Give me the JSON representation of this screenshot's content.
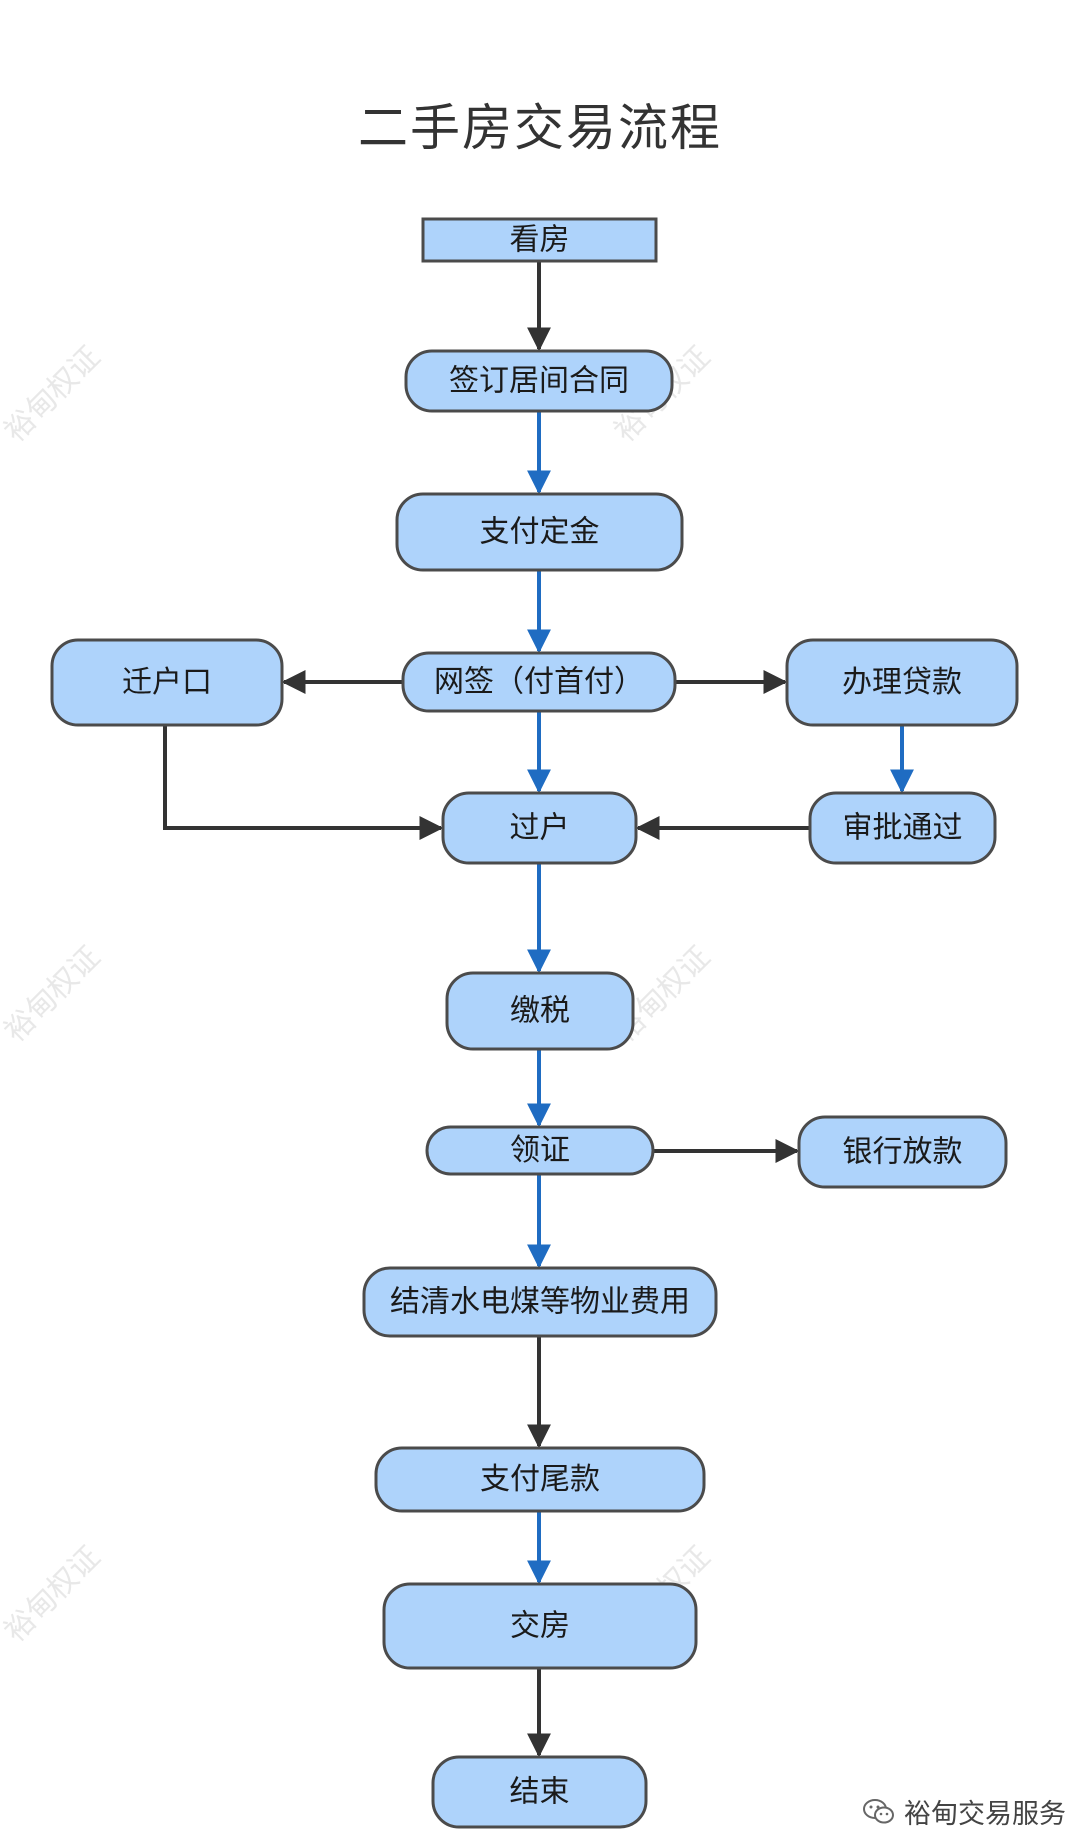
{
  "title": "二手房交易流程",
  "watermark": "裕甸权证",
  "footer": {
    "account": "裕甸交易服务",
    "icon": "wechat-icon"
  },
  "colors": {
    "node_fill": "#aed3fb",
    "node_stroke": "#4b4b4b",
    "main_arrow": "#1f6cc2",
    "side_arrow": "#333333"
  },
  "nodes": [
    {
      "id": "kanfang",
      "label": "看房",
      "shape": "rect"
    },
    {
      "id": "qianding",
      "label": "签订居间合同"
    },
    {
      "id": "dingjin",
      "label": "支付定金"
    },
    {
      "id": "qianhu",
      "label": "迁户口"
    },
    {
      "id": "wangqian",
      "label": "网签（付首付）"
    },
    {
      "id": "daikuan",
      "label": "办理贷款"
    },
    {
      "id": "guohu",
      "label": "过户"
    },
    {
      "id": "shenpi",
      "label": "审批通过"
    },
    {
      "id": "jiaoshui",
      "label": "缴税"
    },
    {
      "id": "lingzheng",
      "label": "领证"
    },
    {
      "id": "fangkuan",
      "label": "银行放款"
    },
    {
      "id": "jieqing",
      "label": "结清水电煤等物业费用"
    },
    {
      "id": "weikuan",
      "label": "支付尾款"
    },
    {
      "id": "jiaofang",
      "label": "交房"
    },
    {
      "id": "jieshu",
      "label": "结束"
    }
  ],
  "edges": [
    {
      "from": "kanfang",
      "to": "qianding",
      "style": "dark"
    },
    {
      "from": "qianding",
      "to": "dingjin",
      "style": "blue"
    },
    {
      "from": "dingjin",
      "to": "wangqian",
      "style": "blue"
    },
    {
      "from": "wangqian",
      "to": "qianhu",
      "style": "dark"
    },
    {
      "from": "wangqian",
      "to": "daikuan",
      "style": "dark"
    },
    {
      "from": "wangqian",
      "to": "guohu",
      "style": "blue"
    },
    {
      "from": "daikuan",
      "to": "shenpi",
      "style": "blue"
    },
    {
      "from": "qianhu",
      "to": "guohu",
      "style": "dark"
    },
    {
      "from": "shenpi",
      "to": "guohu",
      "style": "dark"
    },
    {
      "from": "guohu",
      "to": "jiaoshui",
      "style": "blue"
    },
    {
      "from": "jiaoshui",
      "to": "lingzheng",
      "style": "blue"
    },
    {
      "from": "lingzheng",
      "to": "fangkuan",
      "style": "dark"
    },
    {
      "from": "lingzheng",
      "to": "jieqing",
      "style": "blue"
    },
    {
      "from": "jieqing",
      "to": "weikuan",
      "style": "dark"
    },
    {
      "from": "weikuan",
      "to": "jiaofang",
      "style": "blue"
    },
    {
      "from": "jiaofang",
      "to": "jieshu",
      "style": "dark"
    }
  ]
}
